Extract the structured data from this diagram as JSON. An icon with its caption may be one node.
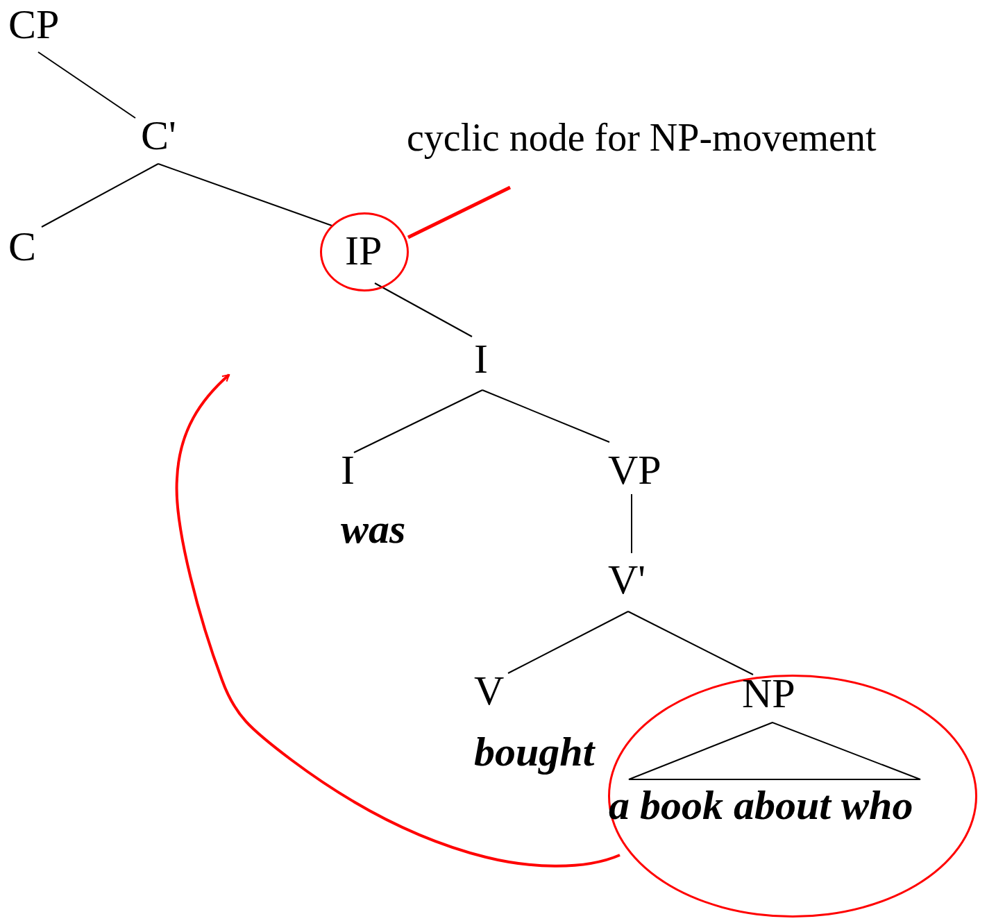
{
  "diagram": {
    "nodes": [
      {
        "text": [
          "CP"
        ]
      },
      {
        "text": [
          "C'"
        ]
      },
      {
        "text": [
          "C"
        ]
      },
      {
        "text": [
          "IP"
        ]
      },
      {
        "text": [
          "cyclic node for NP-movement"
        ]
      },
      {
        "text": [
          "I"
        ]
      },
      {
        "text": [
          "I",
          "was"
        ]
      },
      {
        "text": [
          "VP"
        ]
      },
      {
        "text": [
          "V'"
        ]
      },
      {
        "text": [
          "V",
          "bought"
        ]
      },
      {
        "text": [
          "NP",
          "a book about who"
        ]
      }
    ],
    "edges": [
      {
        "from": 0,
        "to": 1,
        "arrow": "none"
      },
      {
        "from": 1,
        "to": 2,
        "arrow": "none"
      },
      {
        "from": 1,
        "to": 3,
        "arrow": "none"
      },
      {
        "from": 3,
        "to": 5,
        "arrow": "none"
      },
      {
        "from": 5,
        "to": 6,
        "arrow": "none"
      },
      {
        "from": 5,
        "to": 7,
        "arrow": "none"
      },
      {
        "from": 7,
        "to": 8,
        "arrow": "none"
      },
      {
        "from": 8,
        "to": 9,
        "arrow": "none"
      },
      {
        "from": 8,
        "to": 10,
        "arrow": "none"
      },
      {
        "from": 4,
        "to": 3,
        "arrow": "none",
        "style": "thick",
        "color": "#ff0000"
      },
      {
        "from": 10,
        "to": null,
        "arrow": "to",
        "color": "#ff0000"
      }
    ]
  }
}
